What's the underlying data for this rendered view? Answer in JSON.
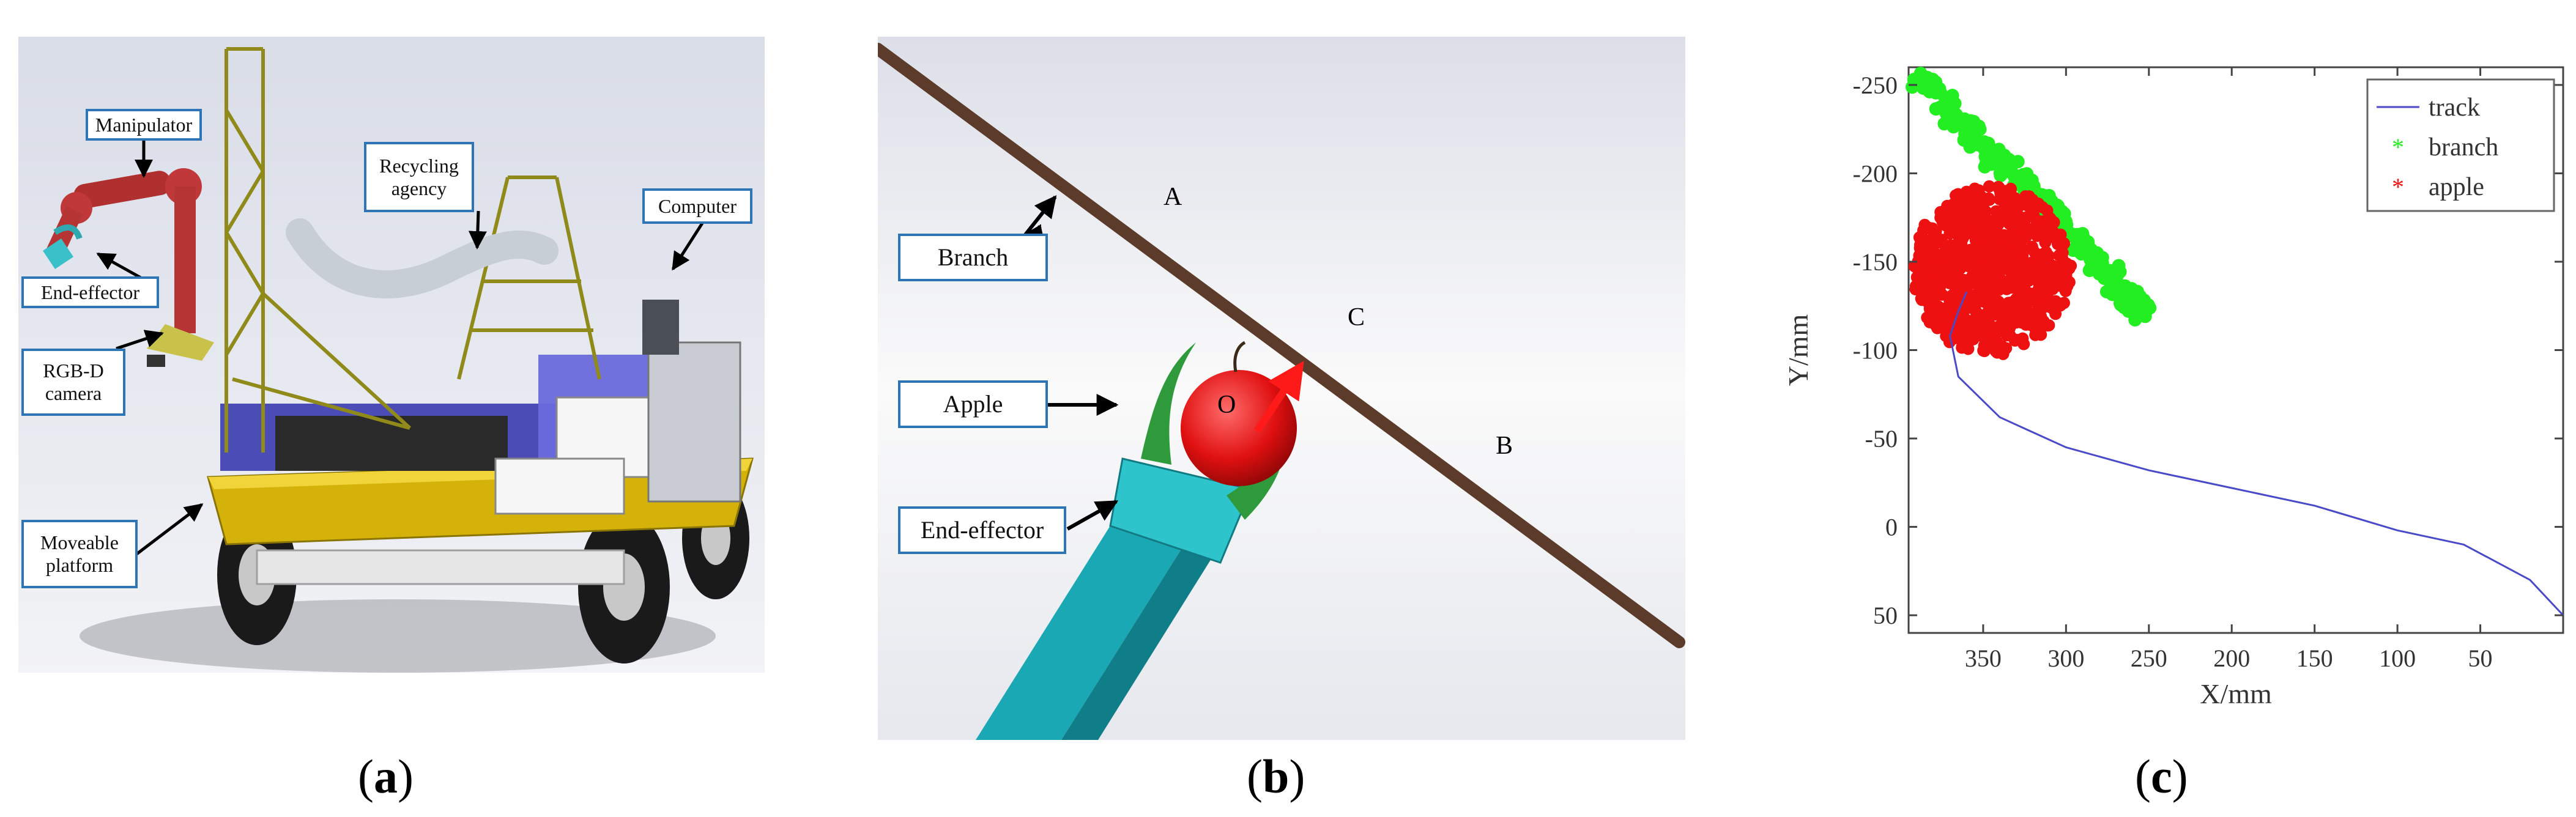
{
  "panel_a": {
    "labels": {
      "manipulator": "Manipulator",
      "end_effector": "End-effector",
      "rgbd_line1": "RGB-D",
      "rgbd_line2": "camera",
      "recycling_line1": "Recycling",
      "recycling_line2": "agency",
      "computer": "Computer",
      "platform_line1": "Moveable",
      "platform_line2": "platform"
    },
    "caption": {
      "open": "(",
      "letter": "a",
      "close": ")"
    }
  },
  "panel_b": {
    "labels": {
      "branch": "Branch",
      "apple": "Apple",
      "end_effector": "End-effector"
    },
    "points": {
      "A": "A",
      "B": "B",
      "C": "C",
      "O": "O"
    },
    "caption": {
      "open": "(",
      "letter": "b",
      "close": ")"
    }
  },
  "panel_c": {
    "caption": {
      "open": "(",
      "letter": "c",
      "close": ")"
    }
  },
  "chart_data": {
    "type": "scatter",
    "xlabel": "X/mm",
    "ylabel": "Y/mm",
    "x_reversed": true,
    "y_reversed": true,
    "xlim": [
      0,
      395
    ],
    "ylim": [
      -260,
      60
    ],
    "xticks": [
      350,
      300,
      250,
      200,
      150,
      100,
      50
    ],
    "yticks": [
      -250,
      -200,
      -150,
      -100,
      -50,
      0,
      50
    ],
    "legend_position": "top-right",
    "series": [
      {
        "name": "track",
        "kind": "line",
        "color": "#4a4ac8",
        "points": [
          [
            0,
            50
          ],
          [
            20,
            30
          ],
          [
            60,
            10
          ],
          [
            100,
            2
          ],
          [
            150,
            -12
          ],
          [
            200,
            -22
          ],
          [
            250,
            -32
          ],
          [
            300,
            -45
          ],
          [
            340,
            -62
          ],
          [
            365,
            -85
          ],
          [
            370,
            -108
          ],
          [
            365,
            -122
          ],
          [
            360,
            -133
          ]
        ]
      },
      {
        "name": "branch",
        "kind": "scatter",
        "color": "#22ee22",
        "points": [
          [
            388,
            -255
          ],
          [
            378,
            -244
          ],
          [
            368,
            -232
          ],
          [
            358,
            -222
          ],
          [
            348,
            -212
          ],
          [
            338,
            -204
          ],
          [
            328,
            -196
          ],
          [
            318,
            -188
          ],
          [
            308,
            -178
          ],
          [
            298,
            -166
          ],
          [
            290,
            -158
          ],
          [
            282,
            -150
          ],
          [
            274,
            -142
          ],
          [
            266,
            -132
          ],
          [
            258,
            -125
          ],
          [
            254,
            -120
          ]
        ]
      },
      {
        "name": "apple",
        "kind": "scatter",
        "color": "#ee1111",
        "center": [
          345,
          -145
        ],
        "radius_x": 48,
        "radius_y": 48
      }
    ]
  }
}
